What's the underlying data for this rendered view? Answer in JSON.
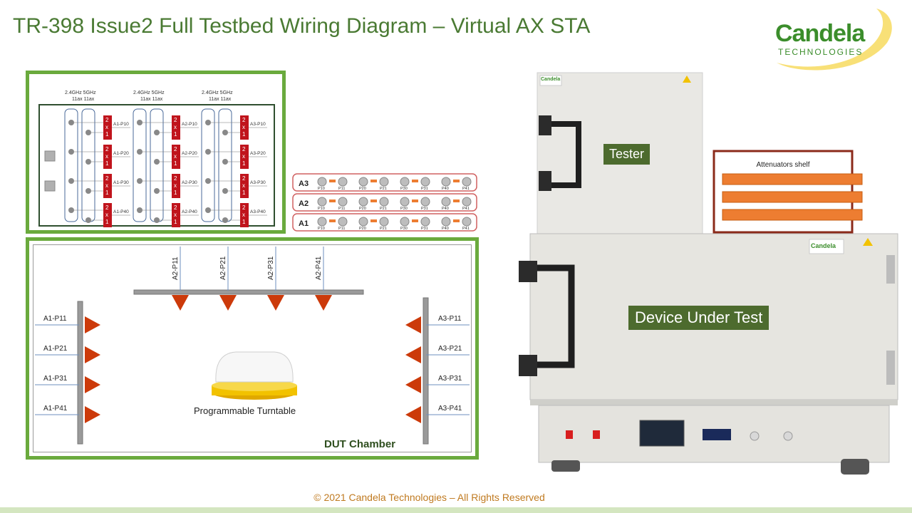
{
  "title": "TR-398 Issue2 Full Testbed Wiring Diagram – Virtual AX STA",
  "logo": {
    "word": "Candela",
    "sub": "TECHNOLOGIES"
  },
  "wiring": {
    "groups": [
      {
        "band_labels": "2.4GHz 5GHz",
        "mode_labels": "11ax   11ax",
        "ports": [
          "A1-P10",
          "A1-P20",
          "A1-P30",
          "A1-P40"
        ]
      },
      {
        "band_labels": "2.4GHz 5GHz",
        "mode_labels": "11ax   11ax",
        "ports": [
          "A2-P10",
          "A2-P20",
          "A2-P30",
          "A2-P40"
        ]
      },
      {
        "band_labels": "2.4GHz 5GHz",
        "mode_labels": "11ax   11ax",
        "ports": [
          "A3-P10",
          "A3-P20",
          "A3-P30",
          "A3-P40"
        ]
      }
    ],
    "splitter_label": [
      "2",
      "x",
      "1"
    ]
  },
  "attenuators": {
    "rows": [
      "A3",
      "A2",
      "A1"
    ],
    "ports": [
      "P10",
      "P11",
      "P20",
      "P21",
      "P30",
      "P31",
      "P40",
      "P41"
    ]
  },
  "chamber": {
    "top_labels": [
      "A2-P11",
      "A2-P21",
      "A2-P31",
      "A2-P41"
    ],
    "left_labels": [
      "A1-P11",
      "A1-P21",
      "A1-P31",
      "A1-P41"
    ],
    "right_labels": [
      "A3-P11",
      "A3-P21",
      "A3-P31",
      "A3-P41"
    ],
    "turntable_label": "Programmable Turntable",
    "chamber_label": "DUT Chamber"
  },
  "photos": {
    "tester_label": "Tester",
    "attenuator_shelf_label": "Attenuators shelf",
    "dut_label": "Device Under Test",
    "badge": "Candela"
  },
  "footer": "© 2021 Candela Technologies – All Rights Reserved",
  "colors": {
    "accent_green": "#6aaa3d",
    "splitter_red": "#c0141c",
    "arrow_red": "#cc3a0a",
    "attenuator_orange": "#ed7d31",
    "label_green": "#4d6b2e"
  }
}
